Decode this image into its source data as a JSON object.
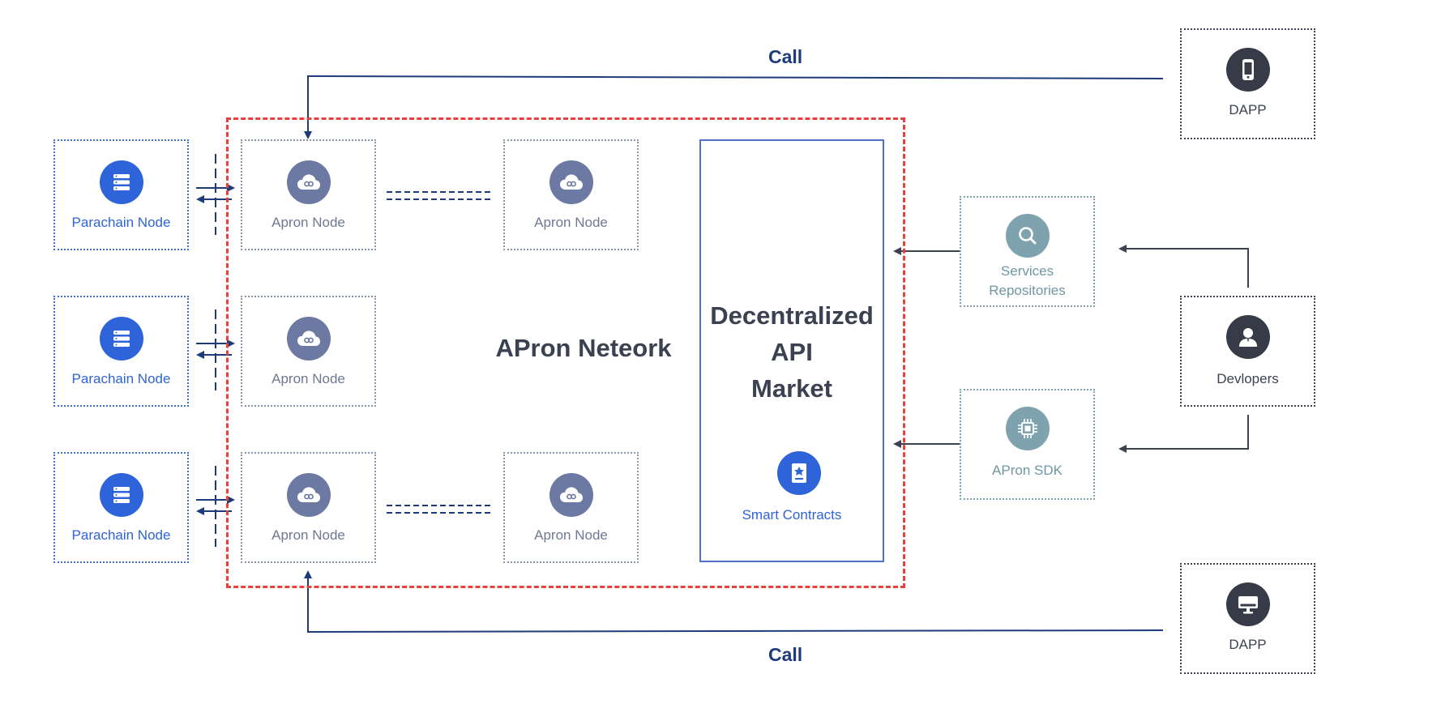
{
  "diagram": {
    "network_label": "APron Neteork",
    "market_title_lines": [
      "Decentralized",
      "API",
      "Market"
    ],
    "smart_contracts": "Smart Contracts",
    "parachain_nodes": [
      {
        "label": "Parachain Node",
        "icon": "server-icon"
      },
      {
        "label": "Parachain Node",
        "icon": "server-icon"
      },
      {
        "label": "Parachain Node",
        "icon": "server-icon"
      }
    ],
    "apron_nodes": [
      {
        "label": "Apron Node",
        "icon": "cloud-icon"
      },
      {
        "label": "Apron Node",
        "icon": "cloud-icon"
      },
      {
        "label": "Apron Node",
        "icon": "cloud-icon"
      },
      {
        "label": "Apron Node",
        "icon": "cloud-icon"
      },
      {
        "label": "Apron Node",
        "icon": "cloud-icon"
      }
    ],
    "services_repositories_lines": [
      "Services",
      "Repositories"
    ],
    "apron_sdk": "APron SDK",
    "developers": "Devlopers",
    "dapp_top": "DAPP",
    "dapp_bottom": "DAPP",
    "call_top": "Call",
    "call_bottom": "Call"
  },
  "colors": {
    "blue": "#2f63d9",
    "slate": "#6c7aa3",
    "teal": "#7fa3ae",
    "dark": "#363b47",
    "red": "#e8413b",
    "navy": "#1d3a7a"
  }
}
